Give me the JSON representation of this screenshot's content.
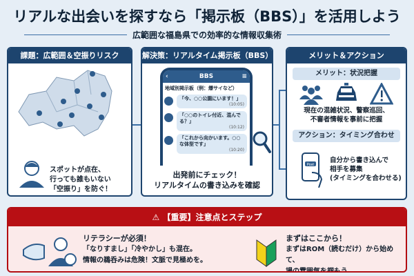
{
  "title": "リアルな出会いを探すなら「掲示板（BBS）」を活用しよう",
  "subtitle": "広範囲な福島県での効率的な情報収集術",
  "panels": {
    "problem": {
      "heading": "課題：広範囲＆空振りリスク",
      "text": [
        "スポットが点在、",
        "行っても誰もいない",
        "「空振り」を防ぐ！"
      ]
    },
    "solution": {
      "heading": "解決策：リアルタイム掲示板（BBS）",
      "app_title": "BBS",
      "board": "地域別掲示板（例：爆サイなど）",
      "posts": [
        {
          "text": "「今、○○公園にいます！」",
          "time": "(10:05)"
        },
        {
          "text": "「○○のトイレ付近、混んでる？」",
          "time": "(10:12)"
        },
        {
          "text": "「これから向かいます。○○な体型です」",
          "time": "(10:20)"
        }
      ],
      "caption": [
        "出発前にチェック！",
        "リアルタイムの書き込みを確認"
      ]
    },
    "merit": {
      "heading": "メリット＆アクション",
      "merit_label": "メリット：状況把握",
      "merit_text": [
        "現在の混雑状況、警察巡回、",
        "不審者情報を事前に把握"
      ],
      "action_label": "アクション：タイミング合わせ",
      "post_button": "Post",
      "action_text": [
        "自分から書き込んで",
        "相手を募集",
        "(タイミングを合わせる)"
      ]
    }
  },
  "warning": {
    "heading": "【重要】注意点とステップ",
    "left": {
      "title": "リテラシーが必須！",
      "lines": [
        "「なりすまし」「冷やかし」も混在。",
        "情報の鵜呑みは危険！文脈で見極めを。"
      ]
    },
    "right": {
      "title": "まずはここから！",
      "lines": [
        "まずはROM（読むだけ）から始めて、",
        "場の雰囲気を掴もう。"
      ]
    }
  },
  "colors": {
    "navy": "#1d446e",
    "red": "#b80f14",
    "background": "#e6eef6"
  }
}
